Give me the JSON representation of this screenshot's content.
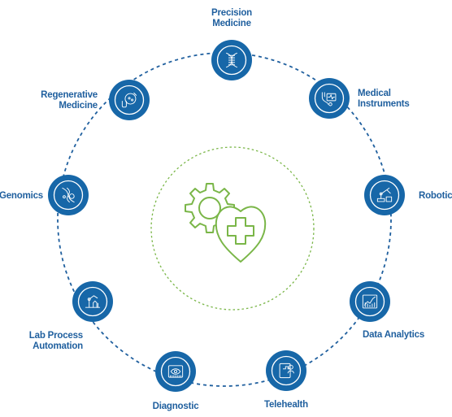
{
  "colors": {
    "node_fill": "#1767a8",
    "ring": "#1f5f9e",
    "accent_green": "#7ab648",
    "label": "#1f5f9e"
  },
  "center": {
    "icon": "gear-heart-plus-icon"
  },
  "nodes": [
    {
      "id": "precision-medicine",
      "lines": [
        "Precision",
        "Medicine"
      ],
      "icon": "dna-helix-icon"
    },
    {
      "id": "medical-instruments",
      "lines": [
        "Medical",
        "Instruments"
      ],
      "icon": "stethoscope-monitor-icon"
    },
    {
      "id": "robotics",
      "lines": [
        "Robotics"
      ],
      "icon": "robot-arm-icon"
    },
    {
      "id": "data-analytics",
      "lines": [
        "Data Analytics"
      ],
      "icon": "analytics-chart-icon"
    },
    {
      "id": "telehealth",
      "lines": [
        "Telehealth"
      ],
      "icon": "tablet-doctor-icon"
    },
    {
      "id": "diagnostic",
      "lines": [
        "Diagnostic"
      ],
      "icon": "eye-scan-icon"
    },
    {
      "id": "lab-process-automation",
      "lines": [
        "Lab Process",
        "Automation"
      ],
      "icon": "lab-robot-icon"
    },
    {
      "id": "genomics",
      "lines": [
        "Genomics"
      ],
      "icon": "genome-icon"
    },
    {
      "id": "regenerative-medicine",
      "lines": [
        "Regenerative",
        "Medicine"
      ],
      "icon": "petri-dish-icon"
    }
  ]
}
